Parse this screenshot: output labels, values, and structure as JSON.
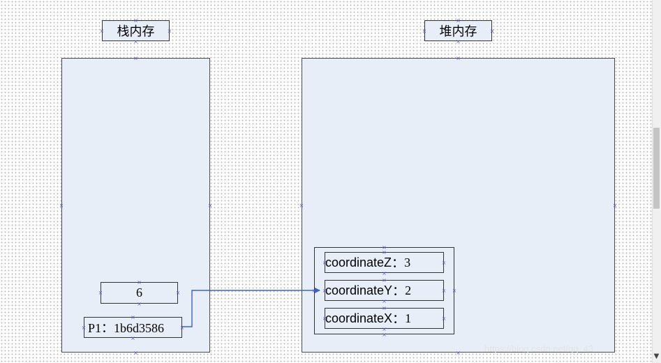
{
  "stack": {
    "title": "栈内存",
    "value_cell": "6",
    "pointer_cell": "P1：1b6d3586"
  },
  "heap": {
    "title": "堆内存",
    "object_fields": [
      {
        "name": "coordinateZ",
        "sep": "：",
        "value": "3"
      },
      {
        "name": "coordinateY",
        "sep": "：",
        "value": "2"
      },
      {
        "name": "coordinateX",
        "sep": "：",
        "value": "1"
      }
    ]
  },
  "colors": {
    "box_fill": "#e8eef8",
    "arrow": "#3a63c8",
    "handle": "#5a5ad0"
  },
  "watermark": "https://blog.csdn.net/qq_43"
}
